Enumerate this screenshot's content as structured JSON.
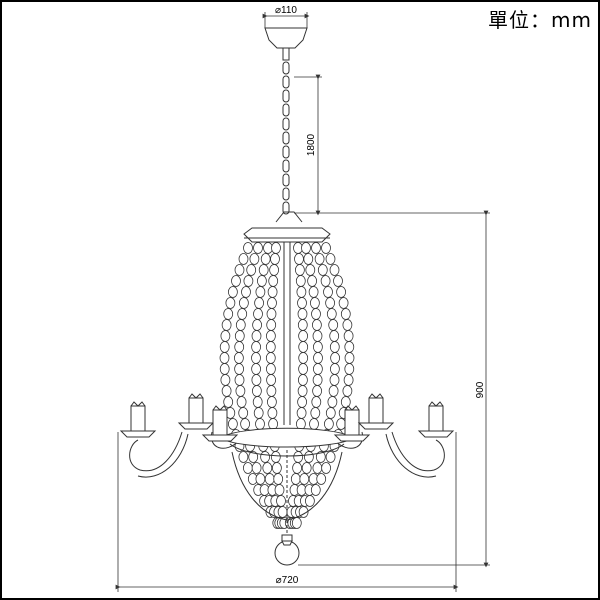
{
  "unit_label": "單位：mm",
  "dimensions": {
    "canopy_diameter": "⌀110",
    "chain_length": "1800",
    "total_height": "900",
    "total_width": "⌀720"
  },
  "colors": {
    "line": "#333333",
    "frame": "#000000",
    "background": "#ffffff"
  }
}
